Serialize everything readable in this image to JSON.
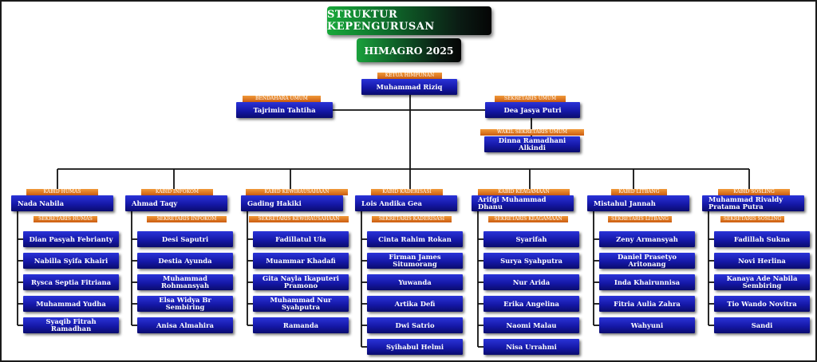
{
  "header": {
    "title": "STRUKTUR  KEPENGURUSAN",
    "subtitle": "HIMAGRO 2025"
  },
  "ketua": {
    "role": "KETUA HIMPUNAN",
    "name": "Muhammad Riziq"
  },
  "bendahara": {
    "role": "BENDAHARA UMUM",
    "name": "Tajrimin Tahtiha"
  },
  "sekretaris": {
    "role": "SEKRETARIS  UMUM",
    "name": "Dea Jasya Putri"
  },
  "wakil_sekretaris": {
    "role": "WAKIL  SEKRETARIS  UMUM",
    "name": "Dinna Ramadhani Alkindi"
  },
  "divisions": [
    {
      "kabid_role": "KABID HUMAS",
      "kabid": "Nada Nabila",
      "sek_role": "SEKRETARIS  HUMAS",
      "members": [
        "Dian Pasyah Febrianty",
        "Nabilla Syifa Khairi",
        "Rysca Septia Fitriana",
        "Muhammad Yudha",
        "Syaqib Fitrah Ramadhan"
      ]
    },
    {
      "kabid_role": "KABID INFOKOM",
      "kabid": "Ahmad Taqy",
      "sek_role": "SEKRETARIS  INFOKOM",
      "members": [
        "Desi Saputri",
        "Destia Ayunda",
        "Muhammad Rohmansyah",
        "Elsa Widya Br Sembiring",
        "Anisa Almahira"
      ]
    },
    {
      "kabid_role": "KABID KEWIRAUSAHAAN",
      "kabid": "Gading Hakiki",
      "sek_role": "SEKRETARIS  KEWIRAUSAHAAN",
      "members": [
        "Fadillatul Ula",
        "Muammar Khadafi",
        "Gita Nayla Ikaputeri Pramono",
        "Muhammad Nur Syahputra",
        "Ramanda"
      ]
    },
    {
      "kabid_role": "KABID KADERISASI",
      "kabid": "Lois Andika Gea",
      "sek_role": "SEKRETARIS  KADERISASI",
      "members": [
        "Cinta Rahim Rokan",
        "Firman James Situmorang",
        "Yuwanda",
        "Artika Defi",
        "Dwi Satrio",
        "Syihabul Helmi"
      ]
    },
    {
      "kabid_role": "KABID KEAGAMAAN",
      "kabid": "Arifgi Muhammad Dhanu",
      "sek_role": "SEKRETARIS  KEAGAMAAN",
      "members": [
        "Syarifah",
        "Surya Syahputra",
        "Nur Arida",
        "Erika Angelina",
        "Naomi Malau",
        "Nisa Urrahmi"
      ]
    },
    {
      "kabid_role": "KABID LITBANG",
      "kabid": "Mistahul Jannah",
      "sek_role": "SEKRETARIS  LITBANG",
      "members": [
        "Zeny Armansyah",
        "Daniel Prasetyo Aritonang",
        "Inda Khairunnisa",
        "Fitria Aulia Zahra",
        "Wahyuni"
      ]
    },
    {
      "kabid_role": "KABID SOSLING",
      "kabid": "Muhammad Rivaldy Pratama Putra",
      "sek_role": "SEKRETARIS  SOSLING",
      "members": [
        "Fadillah Sukna",
        "Novi Herlina",
        "Kanaya Ade Nabila Sembiring",
        "Tio Wando Novitra",
        "Sandi"
      ]
    }
  ]
}
